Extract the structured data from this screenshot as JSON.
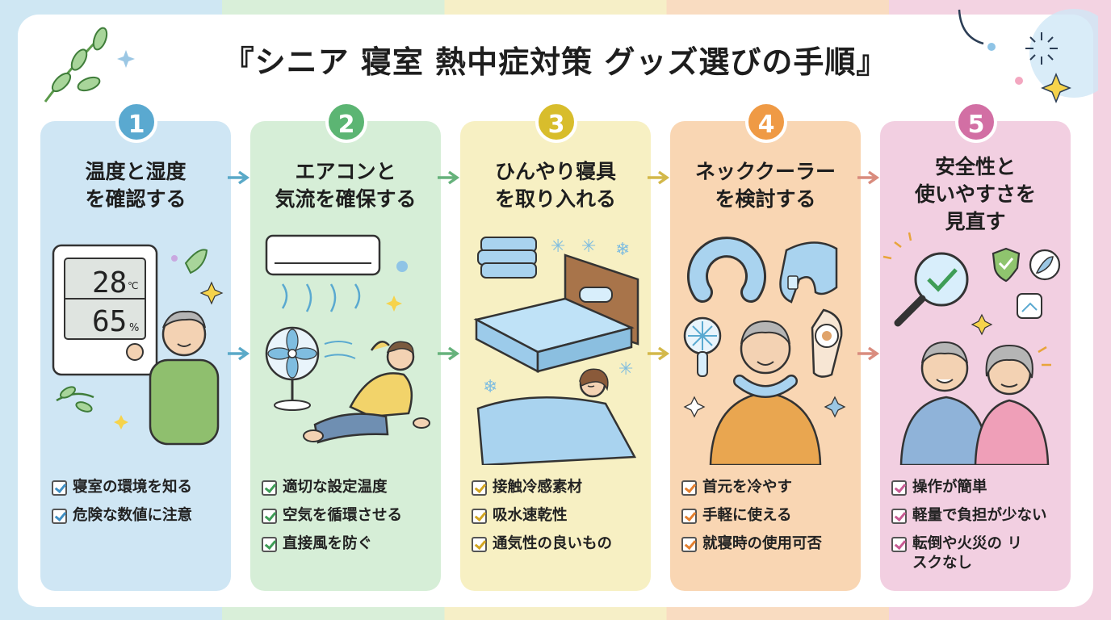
{
  "title": "『シニア 寝室 熱中症対策 グッズ選びの手順』",
  "steps": [
    {
      "number": "1",
      "heading": [
        "温度と湿度",
        "を確認する"
      ],
      "color": "#5aa9d0",
      "display": {
        "temp": "28",
        "temp_unit": "℃",
        "humidity": "65",
        "humidity_unit": "%"
      },
      "checks": [
        "寝室の環境を知る",
        "危険な数値に注意"
      ]
    },
    {
      "number": "2",
      "heading": [
        "エアコンと",
        "気流を確保する"
      ],
      "color": "#5cb573",
      "checks": [
        "適切な設定温度",
        "空気を循環させる",
        "直接風を防ぐ"
      ]
    },
    {
      "number": "3",
      "heading": [
        "ひんやり寝具",
        "を取り入れる"
      ],
      "color": "#d8bd2c",
      "checks": [
        "接触冷感素材",
        "吸水速乾性",
        "通気性の良いもの"
      ]
    },
    {
      "number": "4",
      "heading": [
        "ネッククーラー",
        "を検討する"
      ],
      "color": "#ef9a45",
      "checks": [
        "首元を冷やす",
        "手軽に使える",
        "就寝時の使用可否"
      ]
    },
    {
      "number": "5",
      "heading": [
        "安全性と",
        "使いやすさを",
        "見直す"
      ],
      "color": "#d26fa4",
      "checks": [
        "操作が簡単",
        "軽量で負担が少ない",
        "転倒や火災の リスクなし"
      ]
    }
  ],
  "colors": {
    "check_1": "#3f8fc4",
    "check_2": "#3e9d56",
    "check_3": "#d2a521",
    "check_4": "#e47f2e",
    "check_5": "#c85a93",
    "arrow_1": "#5aa9c8",
    "arrow_2": "#66b27c",
    "arrow_3": "#d3b84a",
    "arrow_4": "#d98c7e"
  },
  "icons": [
    "leaf-icon",
    "sparkle-icon",
    "thermometer-hygrometer-icon",
    "air-conditioner-icon",
    "fan-icon",
    "towel-stack-icon",
    "bed-icon",
    "snowflake-icon",
    "neck-cooler-icon",
    "handheld-fan-icon",
    "magnifier-check-icon",
    "shield-check-icon",
    "feather-icon",
    "senior-couple-icon"
  ]
}
